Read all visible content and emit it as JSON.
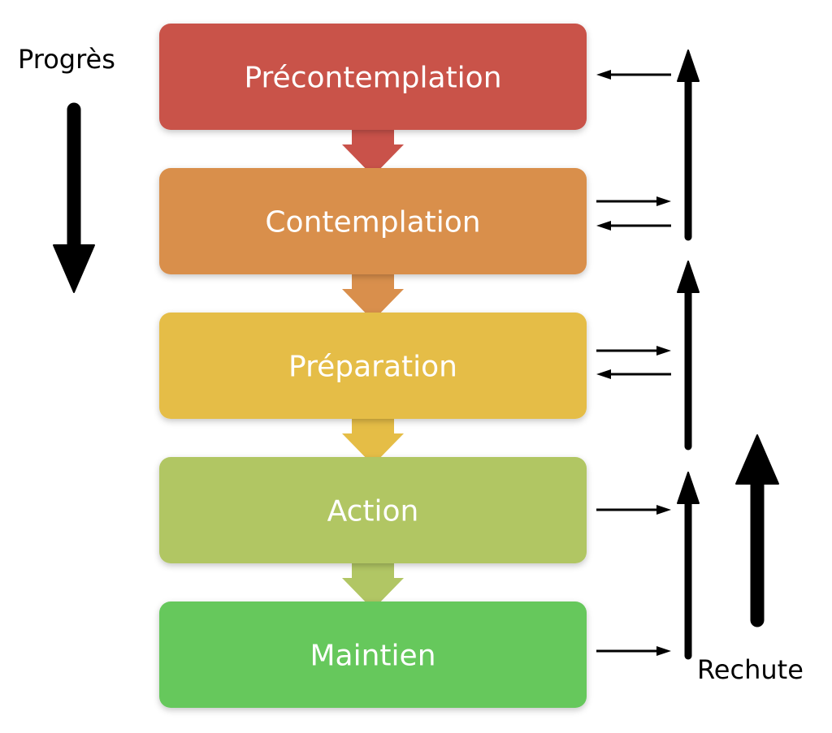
{
  "stages": [
    {
      "label": "Précontemplation",
      "color": "#c9524a"
    },
    {
      "label": "Contemplation",
      "color": "#d98f4c"
    },
    {
      "label": "Préparation",
      "color": "#e5bd46"
    },
    {
      "label": "Action",
      "color": "#b1c664"
    },
    {
      "label": "Maintien",
      "color": "#66c85c"
    }
  ],
  "progress_label": "Progrès",
  "relapse_label": "Rechute",
  "text_color": "#ffffff",
  "arrow_color": "#000000"
}
